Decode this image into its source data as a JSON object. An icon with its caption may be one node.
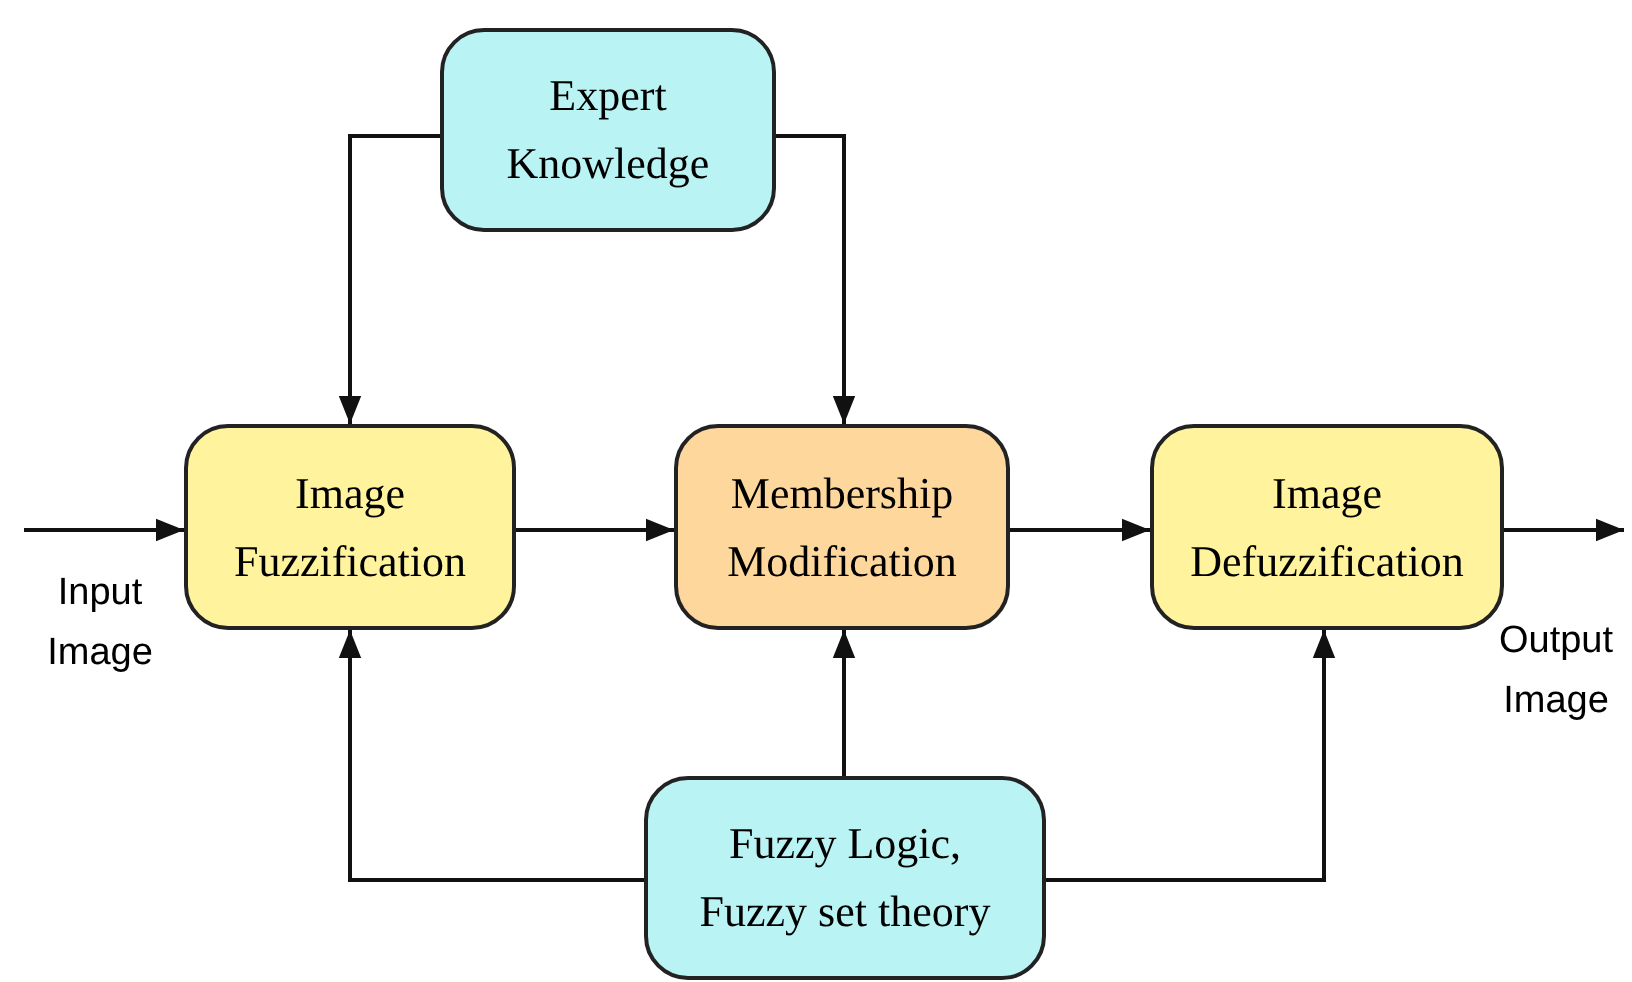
{
  "diagram": {
    "nodes": [
      {
        "text": [
          "Expert Knowledge"
        ]
      },
      {
        "text": [
          "Image Fuzzification"
        ]
      },
      {
        "text": [
          "Membership Modification"
        ]
      },
      {
        "text": [
          "Image Defuzzification"
        ]
      },
      {
        "text": [
          "Fuzzy Logic, Fuzzy set theory"
        ]
      }
    ],
    "edges": [
      {
        "from": null,
        "to": 1,
        "arrow": "to"
      },
      {
        "from": 0,
        "to": 1,
        "arrow": "to"
      },
      {
        "from": 0,
        "to": 2,
        "arrow": "to"
      },
      {
        "from": 1,
        "to": 2,
        "arrow": "to"
      },
      {
        "from": 2,
        "to": 3,
        "arrow": "to"
      },
      {
        "from": 3,
        "to": null,
        "arrow": "to"
      },
      {
        "from": 4,
        "to": 1,
        "arrow": "to"
      },
      {
        "from": 4,
        "to": 2,
        "arrow": "to"
      },
      {
        "from": 4,
        "to": 3,
        "arrow": "to"
      }
    ],
    "labels": [
      "Input Image",
      "Output Image"
    ]
  }
}
